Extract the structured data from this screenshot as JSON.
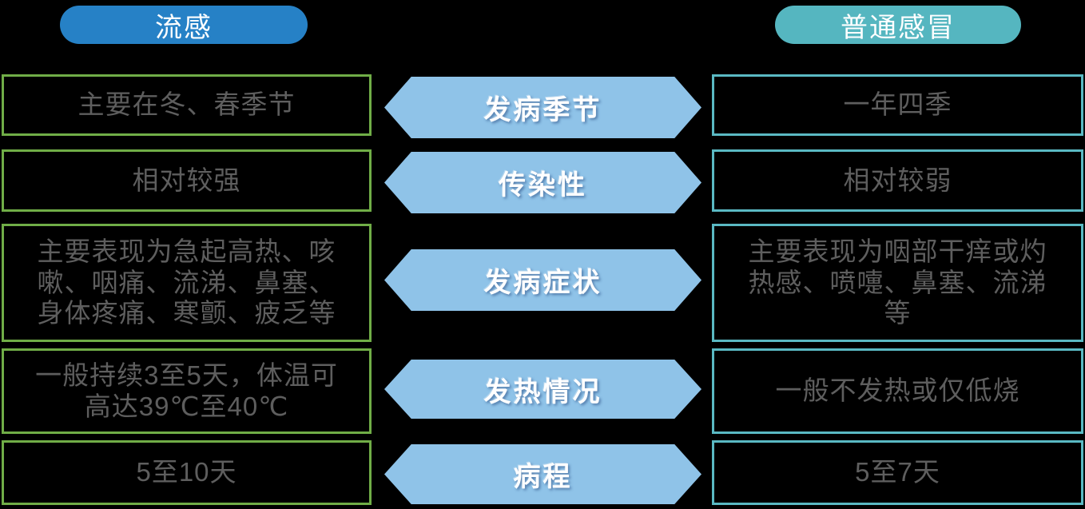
{
  "headers": {
    "flu": {
      "label": "流感"
    },
    "cold": {
      "label": "普通感冒"
    }
  },
  "rows": [
    {
      "key": "season",
      "category": "发病季节",
      "flu": "主要在冬、春季节",
      "cold": "一年四季"
    },
    {
      "key": "contagiousness",
      "category": "传染性",
      "flu": "相对较强",
      "cold": "相对较弱"
    },
    {
      "key": "symptoms",
      "category": "发病症状",
      "flu": "主要表现为急起高热、咳\n嗽、咽痛、流涕、鼻塞、\n身体疼痛、寒颤、疲乏等",
      "cold": "主要表现为咽部干痒或灼\n热感、喷嚏、鼻塞、流涕\n等"
    },
    {
      "key": "fever",
      "category": "发热情况",
      "flu": "一般持续3至5天，体温可\n高达39℃至40℃",
      "cold": "一般不发热或仅低烧"
    },
    {
      "key": "duration",
      "category": "病程",
      "flu": "5至10天",
      "cold": "5至7天"
    }
  ],
  "colors": {
    "background": "#000000",
    "flu_header_bg": "#2681C6",
    "cold_header_bg": "#55B6C0",
    "flu_box_border": "#70AD47",
    "cold_box_border": "#5AB9C3",
    "category_bg": "#8FC3E8",
    "body_text": "#5E5E5E",
    "header_text": "#FFFFFF"
  }
}
